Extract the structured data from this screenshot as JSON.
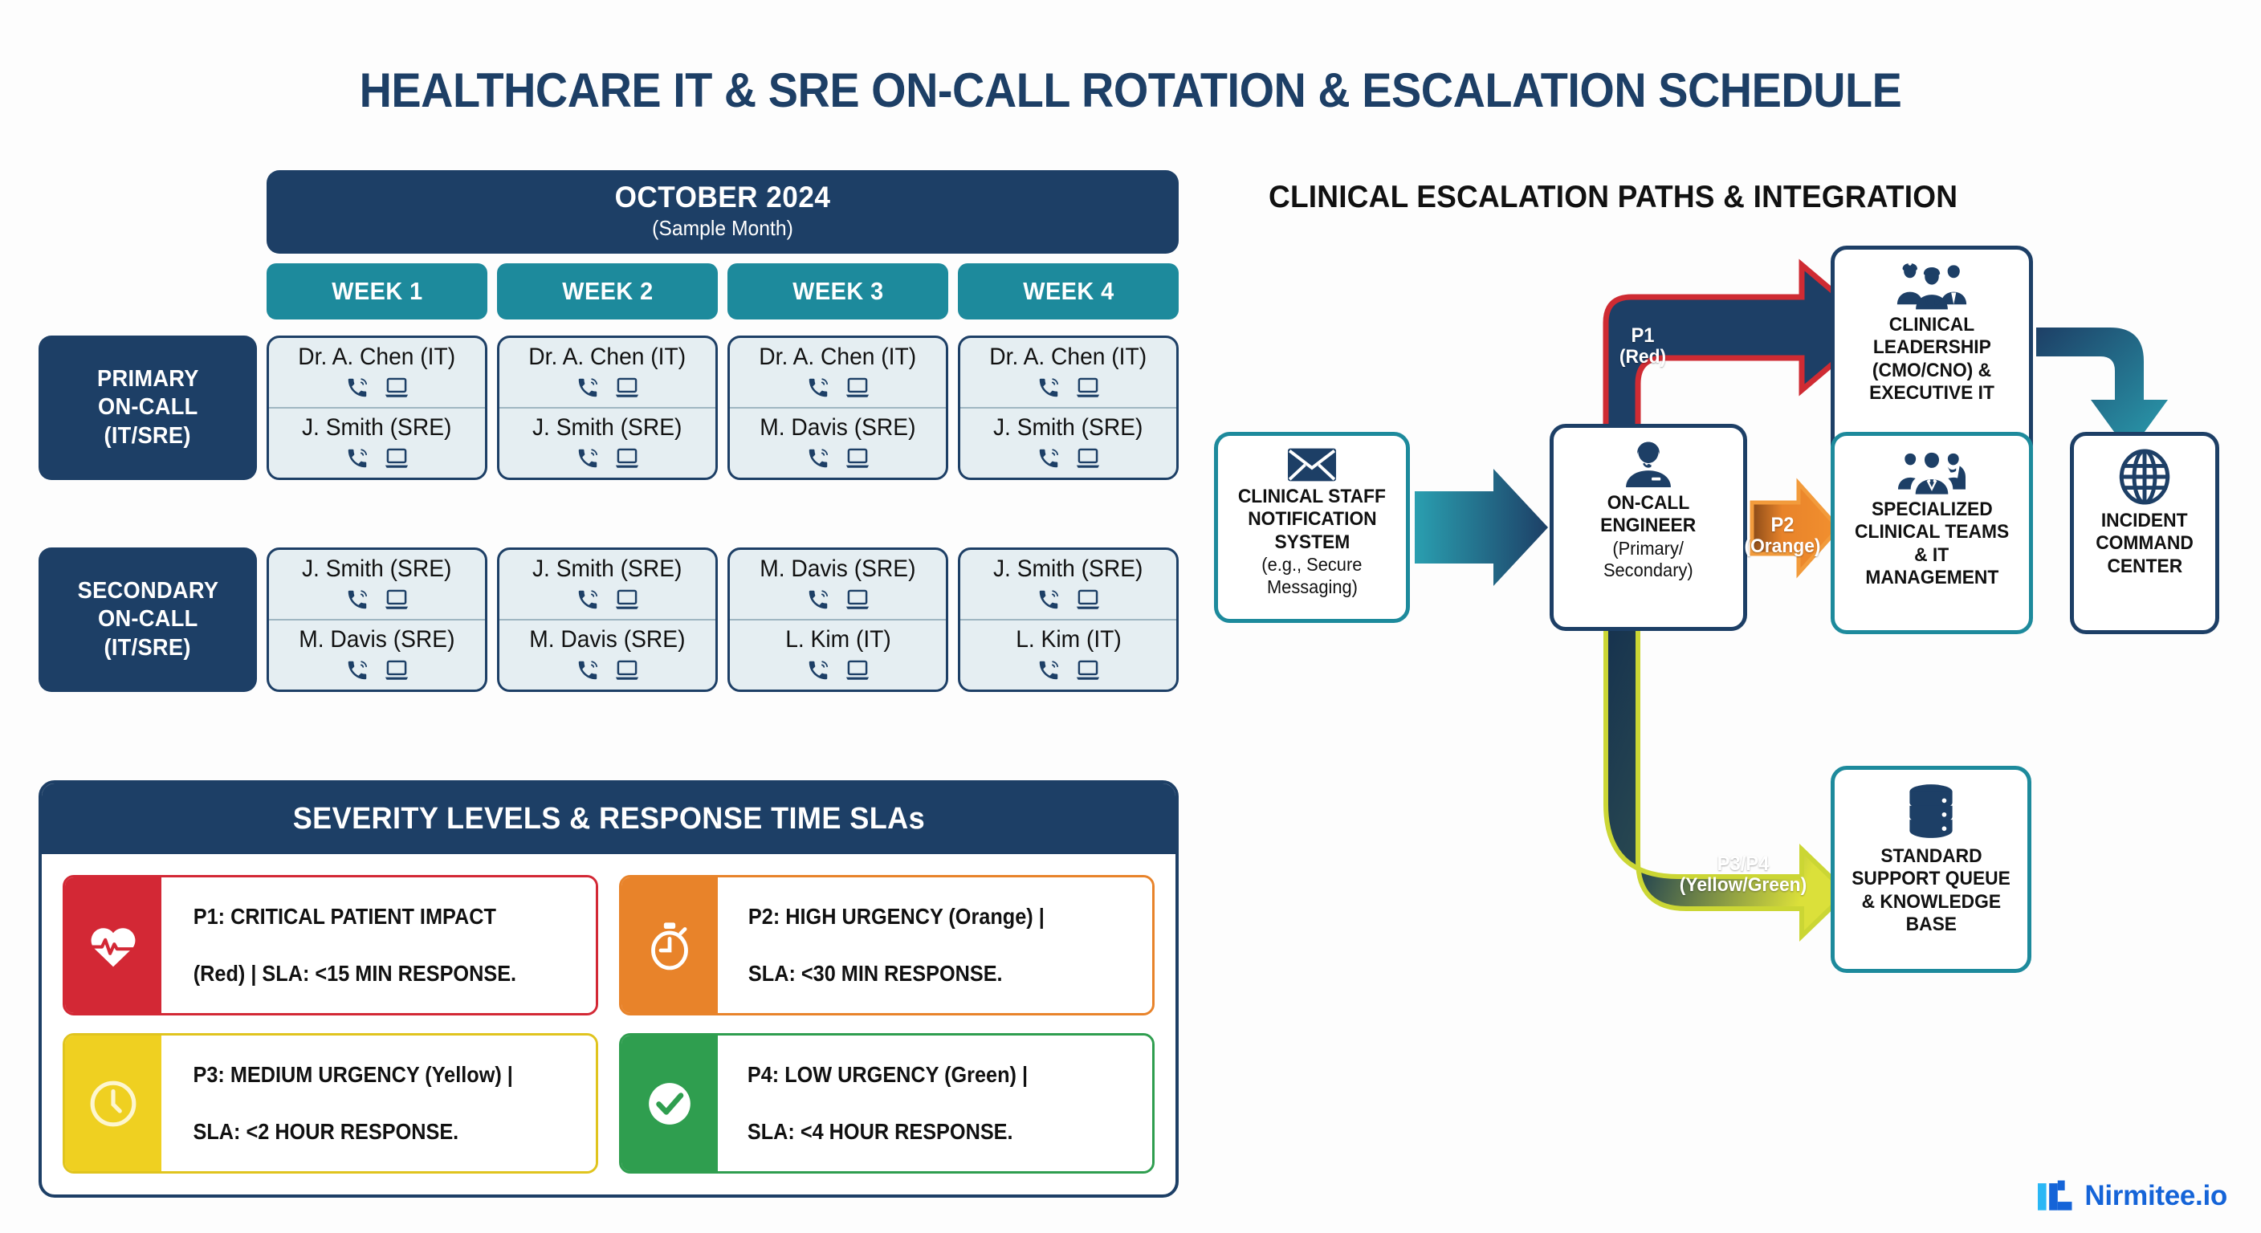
{
  "title": "HEALTHCARE IT & SRE ON-CALL ROTATION & ESCALATION SCHEDULE",
  "colors": {
    "navy": "#1d3f66",
    "teal": "#1d8a9c",
    "red": "#d32835",
    "orange": "#e8832a",
    "yellow": "#efd021",
    "green": "#2f9e4f",
    "cell_bg": "#e5eef2",
    "logo_blue": "#1564d8"
  },
  "calendar": {
    "month": "OCTOBER 2024",
    "month_sub": "(Sample Month)",
    "week_headers": [
      "WEEK 1",
      "WEEK 2",
      "WEEK 3",
      "WEEK 4"
    ],
    "rows": [
      {
        "label_lines": [
          "PRIMARY",
          "ON-CALL",
          "(IT/SRE)"
        ],
        "cells": [
          {
            "top": "Dr. A. Chen (IT)",
            "bottom": "J. Smith (SRE)"
          },
          {
            "top": "Dr. A. Chen (IT)",
            "bottom": "J. Smith (SRE)"
          },
          {
            "top": "Dr. A. Chen (IT)",
            "bottom": "M. Davis (SRE)"
          },
          {
            "top": "Dr. A. Chen (IT)",
            "bottom": "J. Smith (SRE)"
          }
        ]
      },
      {
        "label_lines": [
          "SECONDARY",
          "ON-CALL",
          "(IT/SRE)"
        ],
        "cells": [
          {
            "top": "J. Smith (SRE)",
            "bottom": "M. Davis (SRE)"
          },
          {
            "top": "J. Smith (SRE)",
            "bottom": "M. Davis (SRE)"
          },
          {
            "top": "M. Davis (SRE)",
            "bottom": "L. Kim (IT)"
          },
          {
            "top": "J. Smith (SRE)",
            "bottom": "L. Kim (IT)"
          }
        ]
      }
    ],
    "cell_icons": [
      "phone-ringing-icon",
      "laptop-icon"
    ]
  },
  "severity": {
    "header": "SEVERITY LEVELS & RESPONSE TIME SLAs",
    "items": [
      {
        "icon": "heart-pulse-icon",
        "color": "#d32835",
        "line1": "P1: CRITICAL PATIENT IMPACT",
        "line2": "(Red) | SLA: <15 MIN RESPONSE."
      },
      {
        "icon": "stopwatch-icon",
        "color": "#e8832a",
        "line1": "P2: HIGH URGENCY (Orange) |",
        "line2": "SLA: <30 MIN RESPONSE."
      },
      {
        "icon": "clock-icon",
        "color": "#efd021",
        "line1": "P3: MEDIUM URGENCY (Yellow) |",
        "line2": "SLA: <2 HOUR RESPONSE."
      },
      {
        "icon": "check-circle-icon",
        "color": "#2f9e4f",
        "line1": "P4: LOW URGENCY (Green) |",
        "line2": "SLA: <4 HOUR RESPONSE."
      }
    ]
  },
  "escalation": {
    "title": "CLINICAL ESCALATION PATHS & INTEGRATION",
    "nodes": {
      "notify": {
        "icon": "envelope-icon",
        "line1": "CLINICAL STAFF",
        "line2": "NOTIFICATION",
        "line3": "SYSTEM",
        "sub1": "(e.g., Secure",
        "sub2": "Messaging)"
      },
      "oncall": {
        "icon": "headset-agent-icon",
        "line1": "ON-CALL",
        "line2": "ENGINEER",
        "sub1": "(Primary/",
        "sub2": "Secondary)"
      },
      "leadership": {
        "icon": "medical-team-icon",
        "line1": "CLINICAL",
        "line2": "LEADERSHIP",
        "line3": "(CMO/CNO) &",
        "line4": "EXECUTIVE IT"
      },
      "specialized": {
        "icon": "people-group-icon",
        "line1": "SPECIALIZED",
        "line2": "CLINICAL TEAMS",
        "line3": "& IT",
        "line4": "MANAGEMENT"
      },
      "command": {
        "icon": "globe-icon",
        "line1": "INCIDENT",
        "line2": "COMMAND",
        "line3": "CENTER"
      },
      "queue": {
        "icon": "database-icon",
        "line1": "STANDARD",
        "line2": "SUPPORT QUEUE",
        "line3": "& KNOWLEDGE",
        "line4": "BASE"
      }
    },
    "paths": [
      {
        "id": "p1",
        "main": "P1",
        "sub": "(Red)"
      },
      {
        "id": "p2",
        "main": "P2",
        "sub": "(Orange)"
      },
      {
        "id": "p34",
        "main": "P3/P4",
        "sub": "(Yellow/Green)"
      }
    ]
  },
  "logo": {
    "text": "Nirmitee.io"
  }
}
